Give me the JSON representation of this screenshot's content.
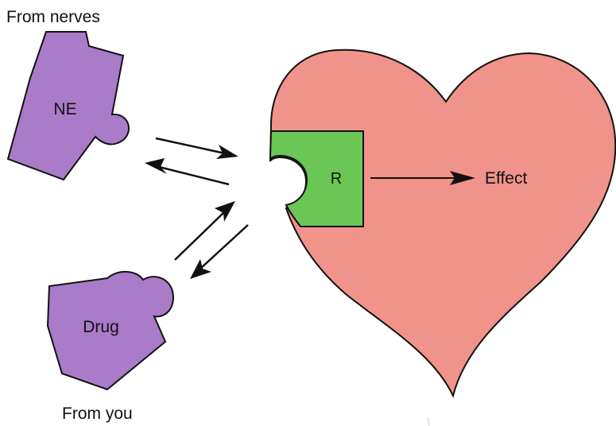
{
  "labels": {
    "from_nerves": "From nerves",
    "from_you": "From you",
    "ne": "NE",
    "drug": "Drug",
    "receptor": "R",
    "effect": "Effect"
  },
  "colors": {
    "heart_fill": "#F0938A",
    "receptor_fill": "#6CC655",
    "ligand_fill": "#A97BC9",
    "outline": "#111111",
    "arrow": "#111111",
    "background": "#FFFFFF"
  }
}
